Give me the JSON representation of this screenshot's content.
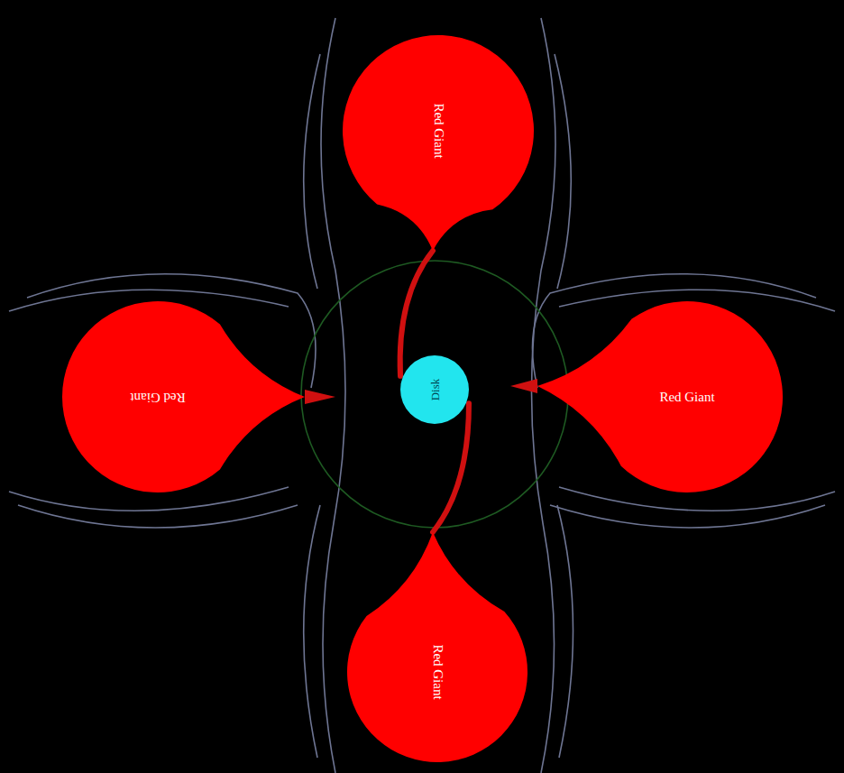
{
  "diagram": {
    "nodes": [
      {
        "text": [
          "Red Giant"
        ]
      },
      {
        "text": [
          "Red Giant"
        ]
      },
      {
        "text": [
          "Disk"
        ]
      },
      {
        "text": [
          "Red Giant"
        ]
      },
      {
        "text": [
          "Red Giant"
        ]
      }
    ],
    "edges": [
      {
        "from": 0,
        "to": 2,
        "arrow": "none"
      },
      {
        "from": 4,
        "to": 2,
        "arrow": "none"
      }
    ]
  }
}
